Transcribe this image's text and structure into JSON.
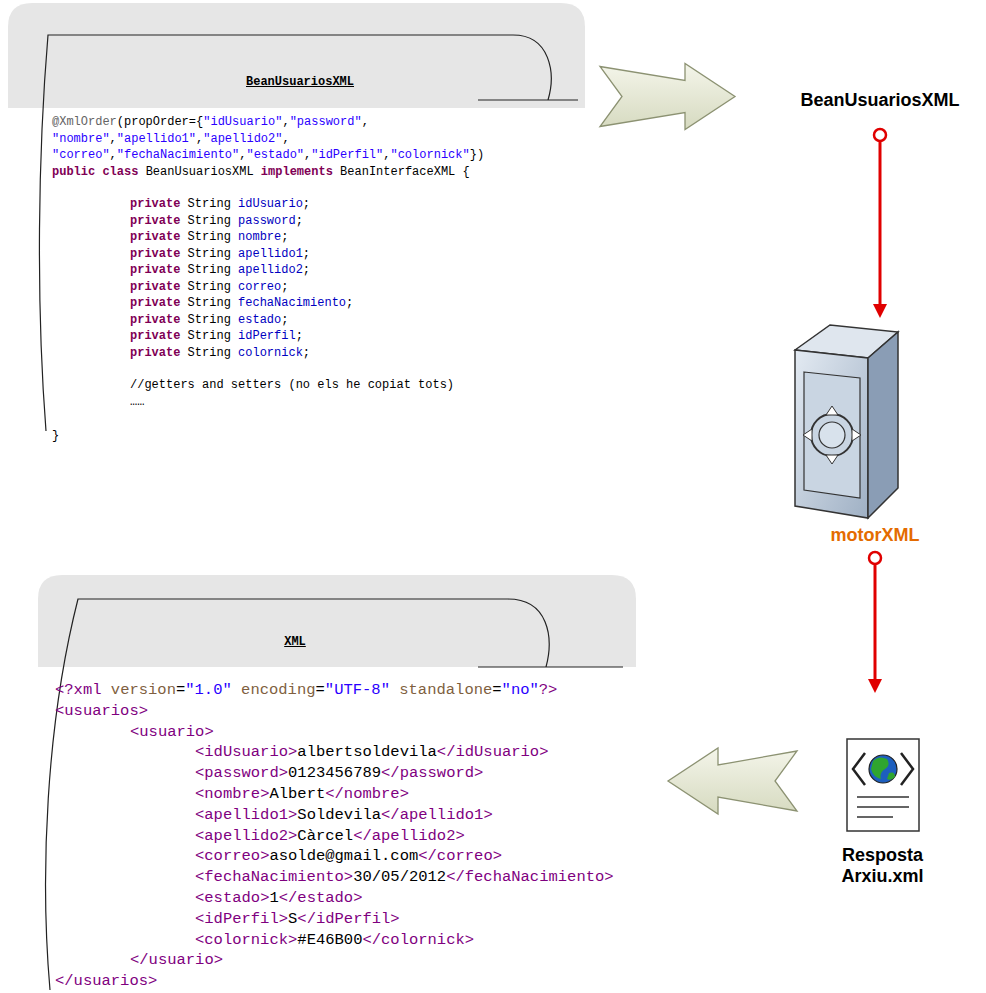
{
  "diagram": {
    "nodes": [
      {
        "text": [
          "BeanUsuariosXML",
          "@XmlOrder(propOrder={\"idUsuario\",\"password\",",
          "\"nombre\",\"apellido1\",\"apellido2\",",
          "\"correo\",\"fechaNacimiento\",\"estado\",\"idPerfil\",\"colornick\"})",
          "public class BeanUsuariosXML implements BeanInterfaceXML {",
          "private String idUsuario;",
          "private String password;",
          "private String nombre;",
          "private String apellido1;",
          "private String apellido2;",
          "private String correo;",
          "private String fechaNacimiento;",
          "private String estado;",
          "private String idPerfil;",
          "private String colornick;",
          "//getters and setters (no els he copiat tots)",
          "……",
          "}"
        ]
      },
      {
        "text": [
          "BeanUsuariosXML"
        ]
      },
      {
        "text": [
          "motorXML"
        ]
      },
      {
        "text": [
          "Resposta Arxiu.xml"
        ]
      },
      {
        "text": [
          "XML",
          "<?xml version=\"1.0\" encoding=\"UTF-8\" standalone=\"no\"?>",
          "<usuarios>",
          "<usuario>",
          "<idUsuario>albertsoldevila</idUsuario>",
          "<password>0123456789</password>",
          "<nombre>Albert</nombre>",
          "<apellido1>Soldevila</apellido1>",
          "<apellido2>Càrcel</apellido2>",
          "<correo>asolde@gmail.com</correo>",
          "<fechaNacimiento>30/05/2012</fechaNacimiento>",
          "<estado>1</estado>",
          "<idPerfil>S</idPerfil>",
          "<colornick>#E46B00</colornick>",
          "</usuario>",
          "</usuarios>"
        ]
      }
    ],
    "edges": [
      {
        "from": 0,
        "to": 1,
        "arrow": "to"
      },
      {
        "from": 1,
        "to": 2,
        "arrow": "to"
      },
      {
        "from": 2,
        "to": 3,
        "arrow": "to"
      },
      {
        "from": 3,
        "to": 4,
        "arrow": "to"
      }
    ]
  }
}
